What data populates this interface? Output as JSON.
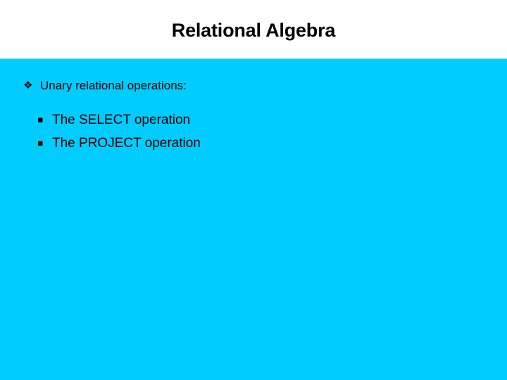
{
  "slide": {
    "title": "Relational Algebra",
    "colors": {
      "title_band_bg": "#ffffff",
      "body_bg": "#00ccff",
      "text": "#000000",
      "seam": "#66dcfb"
    },
    "bullets": [
      {
        "glyph": "❖",
        "glyph_name": "diamond-florette-bullet",
        "level": 1,
        "text": "Unary relational operations:",
        "children": [
          {
            "glyph": "▪",
            "glyph_name": "small-square-bullet",
            "level": 2,
            "text": "The SELECT operation"
          },
          {
            "glyph": "▪",
            "glyph_name": "small-square-bullet",
            "level": 2,
            "text": "The PROJECT operation"
          }
        ]
      }
    ]
  }
}
